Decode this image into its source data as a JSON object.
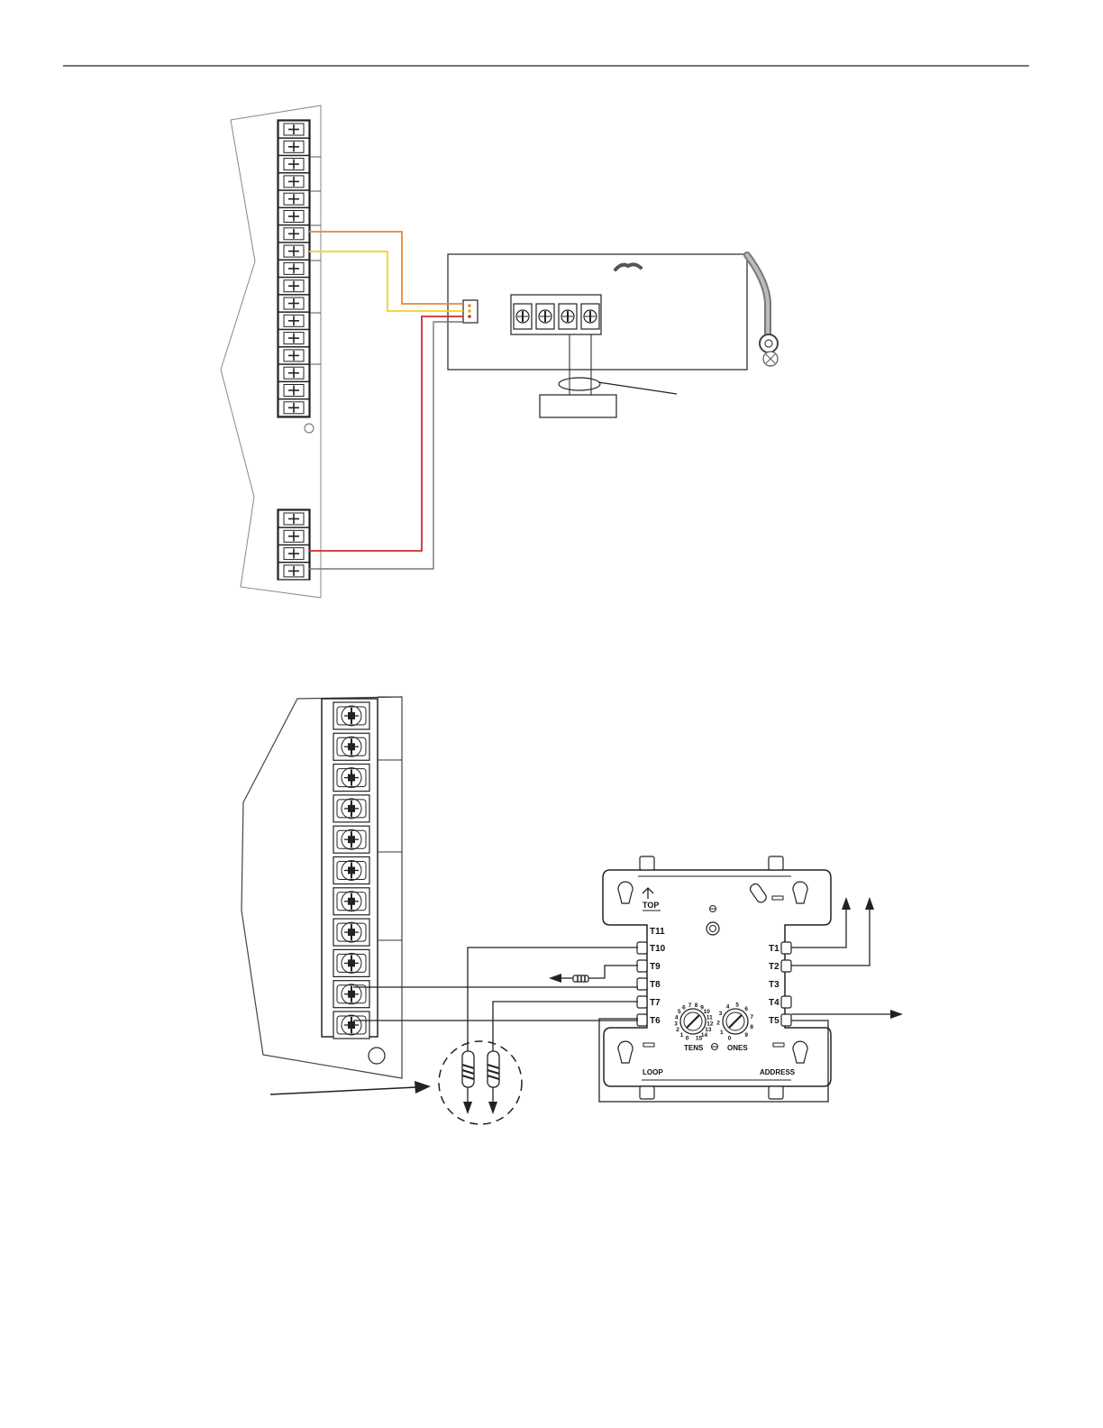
{
  "module": {
    "left_terminals": [
      "T11",
      "T10",
      "T9",
      "T8",
      "T7",
      "T6"
    ],
    "right_terminals": [
      "T1",
      "T2",
      "T3",
      "T4",
      "T5"
    ],
    "top_label": "TOP",
    "tens_label": "TENS",
    "ones_label": "ONES",
    "loop_label": "LOOP",
    "address_label": "ADDRESS",
    "tens_dial_numbers": [
      "0",
      "1",
      "2",
      "3",
      "4",
      "5",
      "6",
      "7",
      "8",
      "9",
      "10",
      "11",
      "12",
      "13",
      "14",
      "15"
    ],
    "ones_dial_numbers": [
      "0",
      "1",
      "2",
      "3",
      "4",
      "5",
      "6",
      "7",
      "8",
      "9"
    ]
  },
  "colors": {
    "wire_orange": "#e8883a",
    "wire_yellow": "#f2d21e",
    "wire_red": "#d42a2a",
    "wire_gray": "#777777",
    "line": "#222222",
    "ground_cable": "#9a9a9a"
  }
}
